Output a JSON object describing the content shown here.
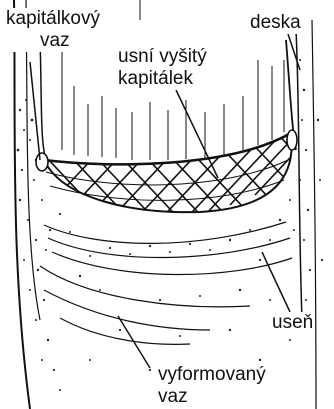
{
  "labels": {
    "headband_tie": [
      "kapitálkový",
      "vaz"
    ],
    "board": "deska",
    "sewn_headband": [
      "usní vyšitý",
      "kapitálek"
    ],
    "leather": "useň",
    "formed_tie": [
      "vyformovaný",
      "vaz"
    ]
  },
  "colors": {
    "ink": "#111111",
    "paper": "#ffffff"
  }
}
